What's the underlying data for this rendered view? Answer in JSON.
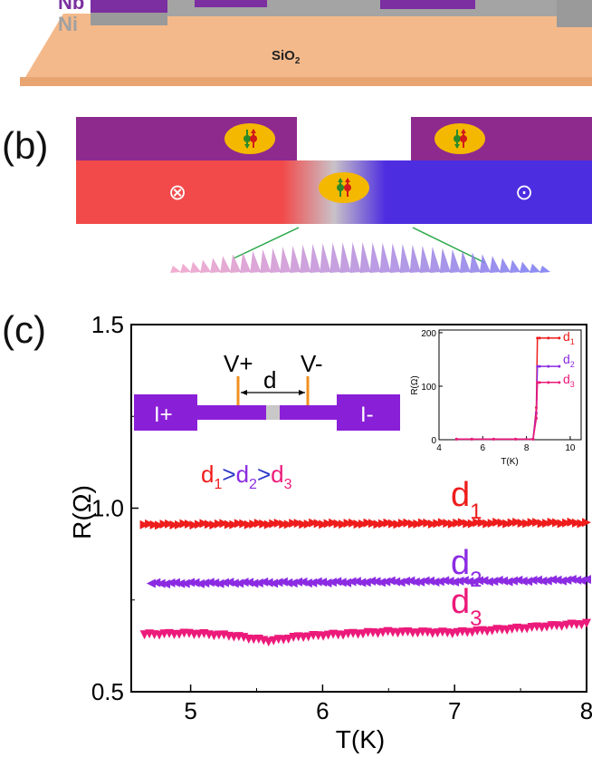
{
  "panel_a": {
    "labels": {
      "nb": "Nb",
      "ni": "Ni",
      "substrate": "SiO",
      "substrate_sub": "2"
    },
    "colors": {
      "nb": "#7b2fa0",
      "ni": "#9a9a9a",
      "substrate": "#f4b98a"
    }
  },
  "panel_b": {
    "label": "(b)",
    "symbols": {
      "into_page": "⊗",
      "out_of_page": "⊙"
    },
    "colors": {
      "nb": "#8e2a8e",
      "left_magnet": "#f24a4a",
      "right_magnet": "#4d2de0",
      "pair_ellipse": "#f5b800"
    }
  },
  "panel_c": {
    "label": "(c)",
    "inset_schematic": {
      "v_plus": "V+",
      "v_minus": "V-",
      "d_label": "d",
      "i_plus": "I+",
      "i_minus": "I-",
      "ordering": {
        "d1": "d",
        "s1": "1",
        "gt1": ">",
        "d2": "d",
        "s2": "2",
        "gt2": ">",
        "d3": "d",
        "s3": "3"
      }
    },
    "series_labels": [
      {
        "main": "d",
        "sub": "1",
        "color": "#ee1c1c"
      },
      {
        "main": "d",
        "sub": "2",
        "color": "#8b2be2"
      },
      {
        "main": "d",
        "sub": "3",
        "color": "#ec1a7a"
      }
    ]
  },
  "chart_data": [
    {
      "type": "scatter",
      "xlabel": "T(K)",
      "ylabel": "R(Ω)",
      "xlim": [
        4.55,
        8.0
      ],
      "ylim": [
        0.5,
        1.5
      ],
      "xticks": [
        "5",
        "6",
        "7",
        "8"
      ],
      "yticks": [
        "0.5",
        "1.0",
        "1.5"
      ],
      "series": [
        {
          "name": "d1",
          "color": "#ee1c1c",
          "marker": "triangle-right",
          "x": [
            4.65,
            5.0,
            5.5,
            6.0,
            6.5,
            7.0,
            7.5,
            8.0
          ],
          "y": [
            0.955,
            0.956,
            0.957,
            0.958,
            0.958,
            0.959,
            0.96,
            0.96
          ]
        },
        {
          "name": "d2",
          "color": "#8b2be2",
          "marker": "triangle-left",
          "x": [
            4.7,
            5.0,
            5.5,
            6.0,
            6.5,
            7.0,
            7.5,
            8.0
          ],
          "y": [
            0.795,
            0.796,
            0.797,
            0.798,
            0.8,
            0.801,
            0.802,
            0.805
          ]
        },
        {
          "name": "d3",
          "color": "#ec1a7a",
          "marker": "triangle-down",
          "x": [
            4.65,
            5.0,
            5.3,
            5.6,
            5.8,
            6.0,
            6.5,
            7.0,
            7.5,
            8.0
          ],
          "y": [
            0.655,
            0.658,
            0.652,
            0.637,
            0.648,
            0.653,
            0.662,
            0.66,
            0.672,
            0.685
          ]
        }
      ]
    },
    {
      "type": "scatter",
      "title": "",
      "xlabel": "T(K)",
      "ylabel": "R(Ω)",
      "xlim": [
        4,
        10.5
      ],
      "ylim": [
        0,
        205
      ],
      "xticks": [
        "4",
        "6",
        "8",
        "10"
      ],
      "yticks": [
        "0",
        "100",
        "200"
      ],
      "legend": [
        {
          "main": "d",
          "sub": "1"
        },
        {
          "main": "d",
          "sub": "2"
        },
        {
          "main": "d",
          "sub": "3"
        }
      ],
      "series": [
        {
          "name": "d1",
          "color": "#ee1c1c",
          "x": [
            4.8,
            5.5,
            6.5,
            7.5,
            8.3,
            8.45,
            8.5,
            8.6,
            9.0,
            9.5
          ],
          "y": [
            1,
            1,
            1,
            1,
            1,
            60,
            190,
            190,
            190,
            190
          ]
        },
        {
          "name": "d2",
          "color": "#8b2be2",
          "x": [
            4.8,
            5.5,
            6.5,
            7.5,
            8.3,
            8.45,
            8.5,
            8.6,
            9.0,
            9.5
          ],
          "y": [
            1,
            1,
            1,
            1,
            1,
            50,
            137,
            137,
            137,
            137
          ]
        },
        {
          "name": "d3",
          "color": "#ec1a7a",
          "x": [
            4.8,
            5.5,
            6.5,
            7.5,
            8.3,
            8.45,
            8.5,
            8.6,
            9.0,
            9.5
          ],
          "y": [
            1,
            1,
            1,
            1,
            1,
            40,
            107,
            107,
            107,
            107
          ]
        }
      ]
    }
  ]
}
